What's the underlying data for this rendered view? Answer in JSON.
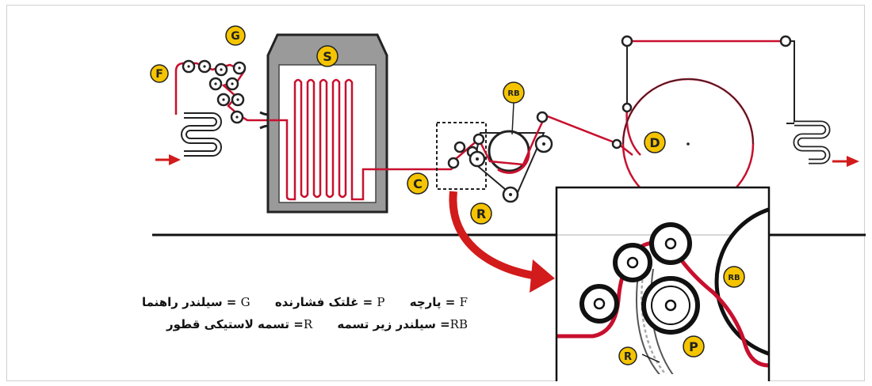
{
  "markers": {
    "F": "F",
    "G": "G",
    "S": "S",
    "RB_top": "RB",
    "C": "C",
    "R_top": "R",
    "D": "D",
    "RB_detail": "RB",
    "R_detail": "R",
    "P": "P"
  },
  "legend": {
    "rows": [
      [
        {
          "code": "F",
          "sep": " = ",
          "text": "پارچه"
        },
        {
          "code": "P",
          "sep": " = ",
          "text": "غلتک فشارنده"
        },
        {
          "code": "G",
          "sep": " = ",
          "text": "سیلندر راهنما"
        }
      ],
      [
        {
          "code": "RB",
          "sep": "= ",
          "text": "سیلندر زیر تسمه"
        },
        {
          "code": "R",
          "sep": "= ",
          "text": "تسمه لاستیکی قطور"
        }
      ]
    ]
  },
  "colors": {
    "fabric": "#c8102e",
    "marker_fill": "#f5c400",
    "outline": "#222222",
    "arrow": "#d21b1b"
  }
}
